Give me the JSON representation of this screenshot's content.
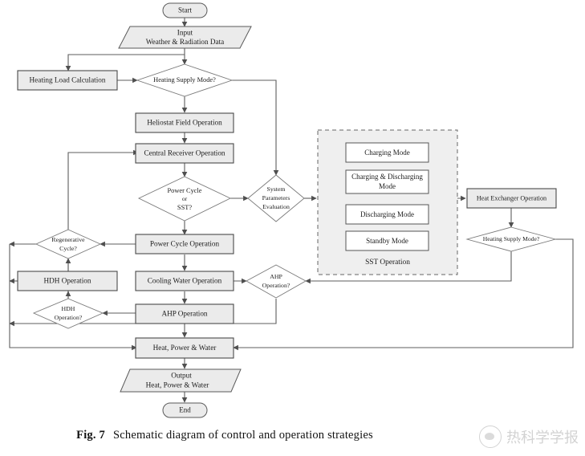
{
  "figure": {
    "caption_number": "Fig. 7",
    "caption_text": "Schematic diagram of control and operation strategies"
  },
  "watermark": {
    "text": "热科学学报",
    "logo_name": "journal-logo-icon"
  },
  "nodes": {
    "start": {
      "label": "Start",
      "type": "terminator"
    },
    "input": {
      "line1": "Input",
      "line2": "Weather & Radiation Data",
      "type": "io"
    },
    "heating_load": {
      "label": "Heating Load Calculation",
      "type": "process"
    },
    "heating_supply_mode_1": {
      "label": "Heating Supply Mode?",
      "type": "decision"
    },
    "heliostat_field": {
      "label": "Heliostat Field Operation",
      "type": "process"
    },
    "central_receiver": {
      "label": "Central Receiver Operation",
      "type": "process"
    },
    "power_cycle_or_sst": {
      "line1": "Power Cycle",
      "line2": "or",
      "line3": "SST?",
      "type": "decision"
    },
    "system_parameters": {
      "line1": "System",
      "line2": "Parameters",
      "line3": "Evaluation",
      "type": "decision"
    },
    "power_cycle_operation": {
      "label": "Power Cycle Operation",
      "type": "process"
    },
    "cooling_water_operation": {
      "label": "Cooling Water Operation",
      "type": "process"
    },
    "regenerative_cycle": {
      "line1": "Regenerative",
      "line2": "Cycle?",
      "type": "decision"
    },
    "hdh_operation_box": {
      "label": "HDH Operation",
      "type": "process"
    },
    "hdh_operation_decision": {
      "line1": "HDH",
      "line2": "Operation?",
      "type": "decision"
    },
    "ahp_operation_decision": {
      "line1": "AHP",
      "line2": "Operation?",
      "type": "decision"
    },
    "ahp_operation_box": {
      "label": "AHP Operation",
      "type": "process"
    },
    "heat_power_water": {
      "label": "Heat, Power & Water",
      "type": "process"
    },
    "output": {
      "line1": "Output",
      "line2": "Heat, Power & Water",
      "type": "io"
    },
    "end": {
      "label": "End",
      "type": "terminator"
    },
    "heat_exchanger": {
      "label": "Heat Exchanger Operation",
      "type": "process"
    },
    "heating_supply_mode_2": {
      "label": "Heating Supply Mode?",
      "type": "decision"
    }
  },
  "sst_group": {
    "title": "SST  Operation",
    "modes": [
      {
        "label": "Charging Mode"
      },
      {
        "line1": "Charging & Discharging",
        "line2": "Mode"
      },
      {
        "label": "Discharging Mode"
      },
      {
        "label": "Standby Mode"
      }
    ]
  },
  "colors": {
    "process_fill": "#ebebeb",
    "mode_fill": "#ffffff",
    "decision_fill": "#ffffff",
    "group_fill": "#efefef",
    "line": "#5e5e5e",
    "text": "#1b1b1b"
  }
}
